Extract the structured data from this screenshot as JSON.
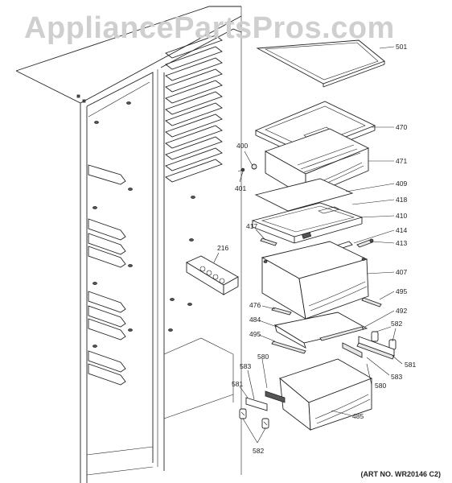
{
  "watermark": "AppliancePartsPros.com",
  "art_number": "(ART NO. WR20146 C2)",
  "callouts": {
    "c501": "501",
    "c470": "470",
    "c471": "471",
    "c400": "400",
    "c401": "401",
    "c409": "409",
    "c418": "418",
    "c410": "410",
    "c417": "417",
    "c414": "414",
    "c413": "413",
    "c216": "216",
    "c407": "407",
    "c495a": "495",
    "c476": "476",
    "c492": "492",
    "c484": "484",
    "c582a": "582",
    "c495b": "495",
    "c580a": "580",
    "c581a": "581",
    "c583a": "583",
    "c581b": "581",
    "c583b": "583",
    "c580b": "580",
    "c485": "485",
    "c582b": "582"
  }
}
